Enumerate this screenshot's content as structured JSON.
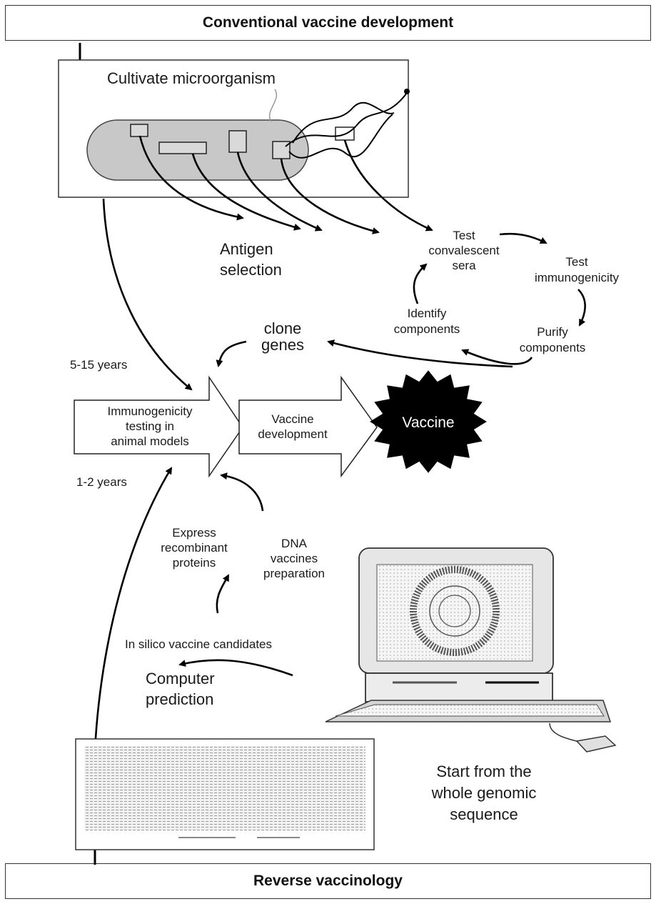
{
  "header": {
    "title": "Conventional vaccine development"
  },
  "footer": {
    "title": "Reverse vaccinology"
  },
  "cultivate": {
    "label": "Cultivate microorganism"
  },
  "antigen": {
    "line1": "Antigen",
    "line2": "selection"
  },
  "cycle": {
    "test_sera": [
      "Test",
      "convalescent",
      "sera"
    ],
    "test_immuno": [
      "Test",
      "immunogenicity"
    ],
    "purify": [
      "Purify",
      "components"
    ],
    "identify": [
      "Identify",
      "components"
    ]
  },
  "clone": {
    "line1": "clone",
    "line2": "genes"
  },
  "durations": {
    "conventional": "5-15 years",
    "reverse": "1-2 years"
  },
  "pipeline": {
    "step1": [
      "Immunogenicity",
      "testing in",
      "animal models"
    ],
    "step2": [
      "Vaccine",
      "development"
    ],
    "result": "Vaccine"
  },
  "express": [
    "Express",
    "recombinant",
    "proteins"
  ],
  "dna": [
    "DNA",
    "vaccines",
    "preparation"
  ],
  "in_silico": "In silico vaccine candidates",
  "prediction": [
    "Computer",
    "prediction"
  ],
  "genome_start": [
    "Start from the",
    "whole genomic",
    "sequence"
  ],
  "colors": {
    "ink": "#000000",
    "bacterium": "#c8c8c8",
    "vaccine": "#000000"
  }
}
